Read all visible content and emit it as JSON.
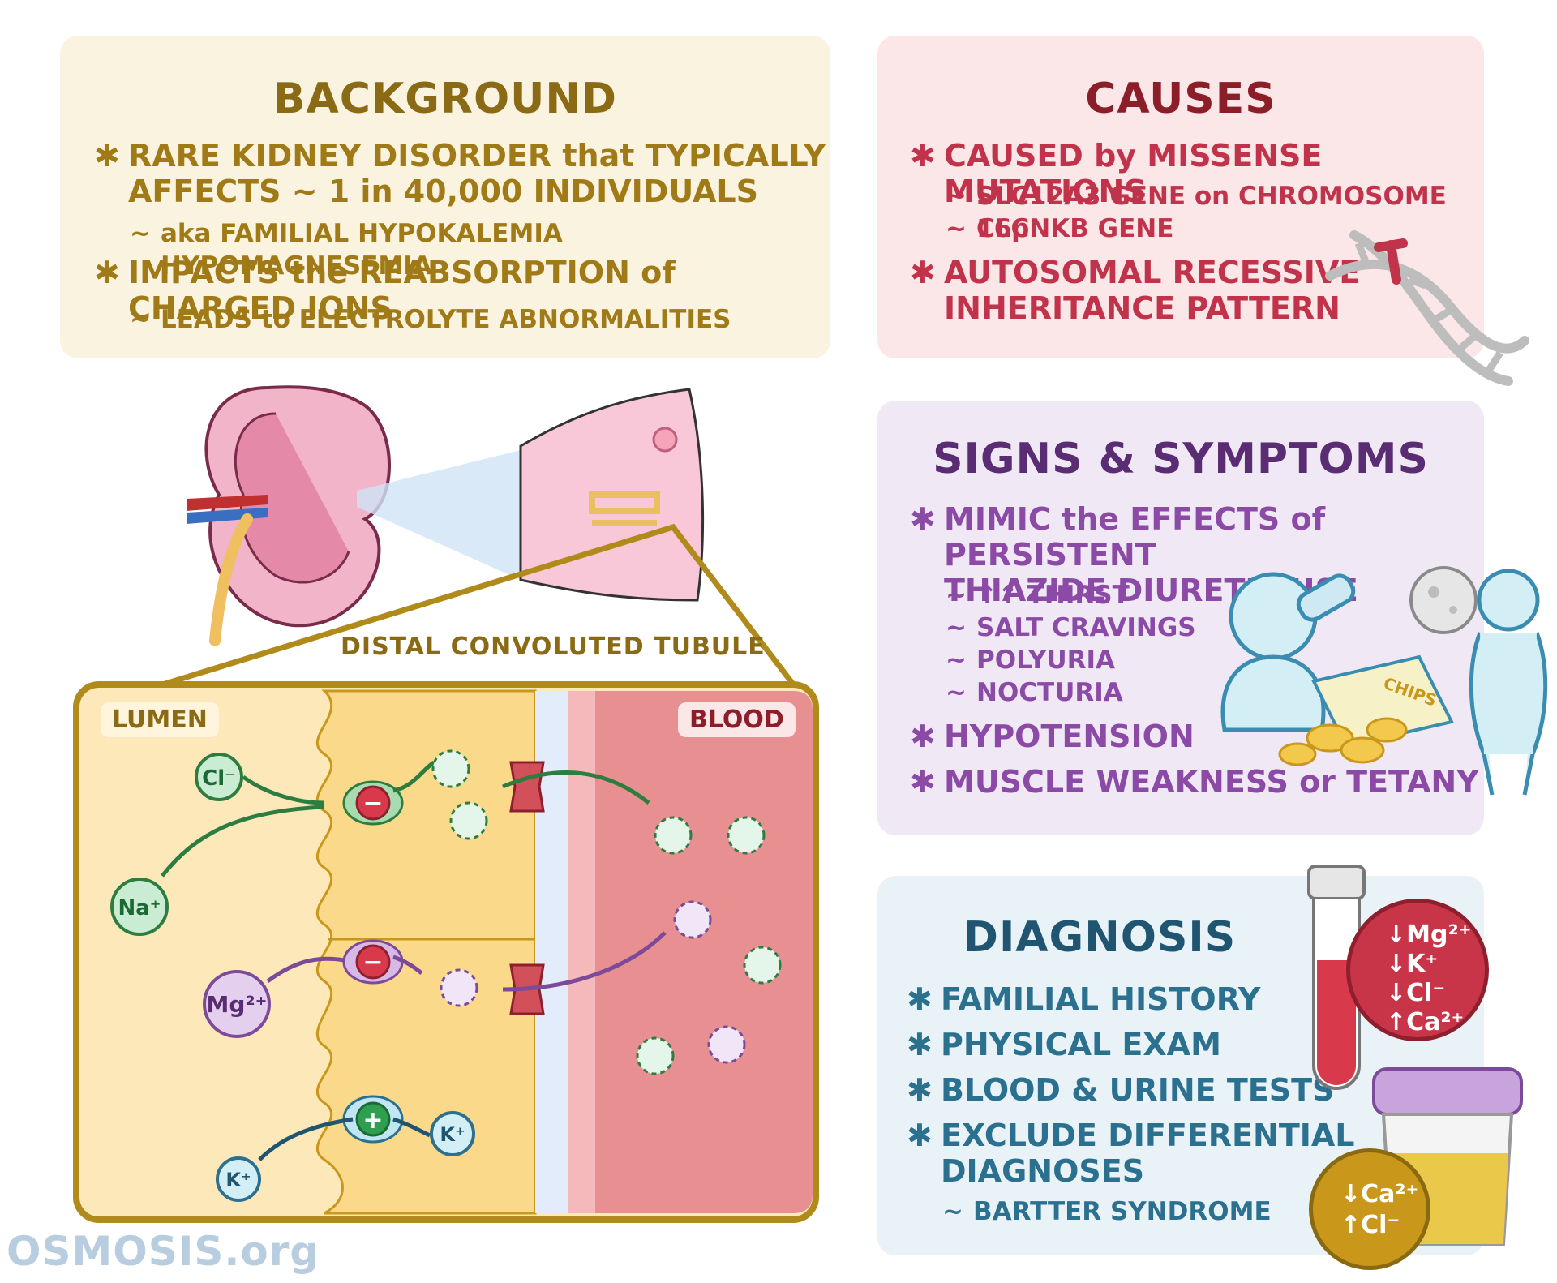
{
  "background": {
    "title": "BACKGROUND",
    "b1_line1": "RARE KIDNEY DISORDER that TYPICALLY",
    "b1_line2": "AFFECTS ~ 1 in 40,000 INDIVIDUALS",
    "b1_sub": "aka FAMILIAL HYPOKALEMIA HYPOMAGNESEMIA",
    "b2_line1": "IMPACTS the REABSORPTION of CHARGED IONS",
    "b2_sub": "LEADS to ELECTROLYTE ABNORMALITIES"
  },
  "causes": {
    "title": "CAUSES",
    "b1": "CAUSED by MISSENSE MUTATIONS",
    "b1_sub1": "SLC12A3 GENE on CHROMOSOME 16p",
    "b1_sub2": "CLCNKB GENE",
    "b2_line1": "AUTOSOMAL RECESSIVE",
    "b2_line2": "INHERITANCE PATTERN"
  },
  "signs": {
    "title": "SIGNS & SYMPTOMS",
    "b1_line1": "MIMIC the EFFECTS of PERSISTENT",
    "b1_line2": "THIAZIDE DIURETIC USE",
    "subs": [
      "↑↑ THIRST",
      "SALT CRAVINGS",
      "POLYURIA",
      "NOCTURIA"
    ],
    "b2": "HYPOTENSION",
    "b3": "MUSCLE WEAKNESS or TETANY",
    "chips_label": "CHIPS"
  },
  "diagnosis": {
    "title": "DIAGNOSIS",
    "b1": "FAMILIAL HISTORY",
    "b2": "PHYSICAL EXAM",
    "b3": "BLOOD & URINE TESTS",
    "b4_line1": "EXCLUDE DIFFERENTIAL",
    "b4_line2": "DIAGNOSES",
    "b4_sub": "BARTTER SYNDROME",
    "blood_results": [
      "↓Mg²⁺",
      "↓K⁺",
      "↓Cl⁻",
      "↑Ca²⁺"
    ],
    "urine_results": [
      "↓Ca²⁺",
      "↑Cl⁻"
    ]
  },
  "tubule": {
    "caption": "DISTAL CONVOLUTED TUBULE",
    "lumen": "LUMEN",
    "blood": "BLOOD",
    "ions": {
      "cl": "Cl⁻",
      "na": "Na⁺",
      "mg": "Mg²⁺",
      "k1": "K⁺",
      "k2": "K⁺"
    }
  },
  "logo": "OSMOSIS.org",
  "colors": {
    "bg_panel": "#faf3df",
    "causes_panel": "#fbe6e8",
    "signs_panel": "#f0e9f5",
    "dx_panel": "#e8f2f7",
    "gold": "#b08a1a",
    "blood": "#e88f92",
    "cell": "#fbd98a",
    "lumen": "#fce8b8"
  }
}
